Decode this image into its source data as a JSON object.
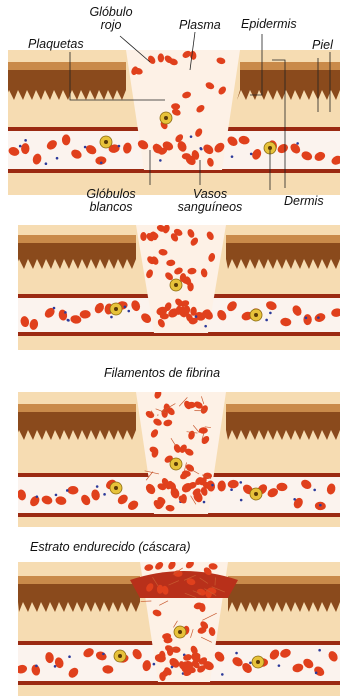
{
  "labels": {
    "globulo_rojo_1": "Glóbulo",
    "globulo_rojo_2": "rojo",
    "plasma": "Plasma",
    "epidermis": "Epidermis",
    "plaquetas": "Plaquetas",
    "piel": "Piel",
    "globulos_blancos_1": "Glóbulos",
    "globulos_blancos_2": "blancos",
    "vasos_1": "Vasos",
    "vasos_2": "sanguíneos",
    "dermis": "Dermis",
    "filamentos": "Filamentos de fibrina",
    "estrato": "Estrato endurecido (cáscara)"
  },
  "colors": {
    "epidermis": "#8a4a1c",
    "epidermis_light": "#c98a4a",
    "dermis": "#f3d6a8",
    "vessel_wall": "#9b2a12",
    "vessel_inner": "#fbf3ee",
    "red_cell": "#e0401c",
    "platelet": "#2c3a9a",
    "white_cell": "#e7c23a"
  },
  "panels": [
    {
      "stage": "wound"
    },
    {
      "stage": "cells"
    },
    {
      "stage": "fibrin"
    },
    {
      "stage": "scab"
    }
  ]
}
